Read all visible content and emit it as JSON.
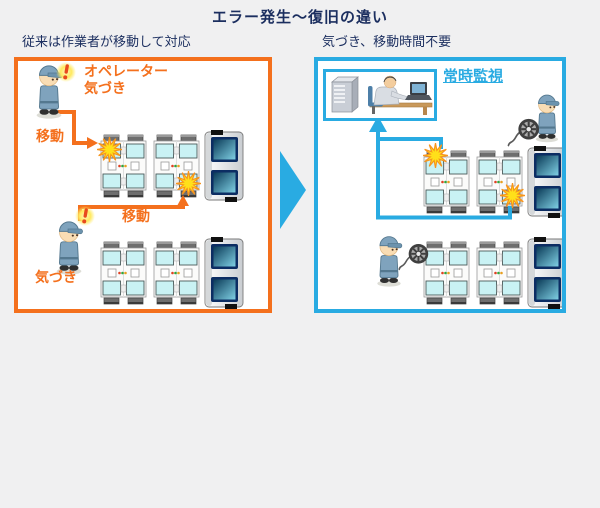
{
  "title": "エラー発生〜復旧の違い",
  "left_panel": {
    "caption": "従来は作業者が移動して対応",
    "operator_notice_line1": "オペレーター",
    "operator_notice_line2": "気づき",
    "move_label_top": "移動",
    "move_label_bottom": "移動",
    "notice_label": "気づき"
  },
  "right_panel": {
    "caption": "気づき、移動時間不要",
    "monitor_label": "常時監視"
  },
  "colors": {
    "legacy_accent_orange": "#F4701D",
    "monitoring_accent_blue": "#29ABE2",
    "title_navy": "#1B2E5F",
    "error_burst_yellow": "#FFE01A",
    "error_burst_outline": "#F7941D",
    "machine_window_cyan": "#C9F2F4",
    "end_unit_screen_navy": "#0C2D63",
    "page_background": "#F0F0F1",
    "panel_background": "#FFFFFF"
  },
  "icons": {
    "alert_icon": "exclamation-with-yellow-glow",
    "error_burst_icon": "yellow-starburst",
    "worker_icon": "factory-worker-figure",
    "cable_reel_icon": "tape-reel-with-wire",
    "monitoring_station_icon": "operator-at-desk-with-server",
    "transition_arrow_icon": "right-pointing-triangle"
  }
}
